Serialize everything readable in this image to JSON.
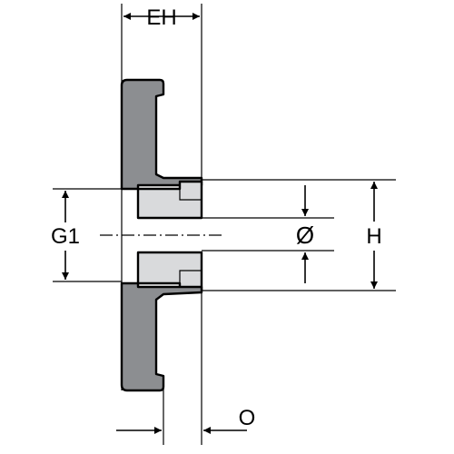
{
  "labels": {
    "eh": "EH",
    "g1": "G1",
    "diameter": "Ø",
    "h": "H",
    "o": "O"
  },
  "colors": {
    "dark_part": "#8c8e91",
    "light_part": "#d9dadc",
    "lines": "#000000",
    "background": "#ffffff"
  }
}
